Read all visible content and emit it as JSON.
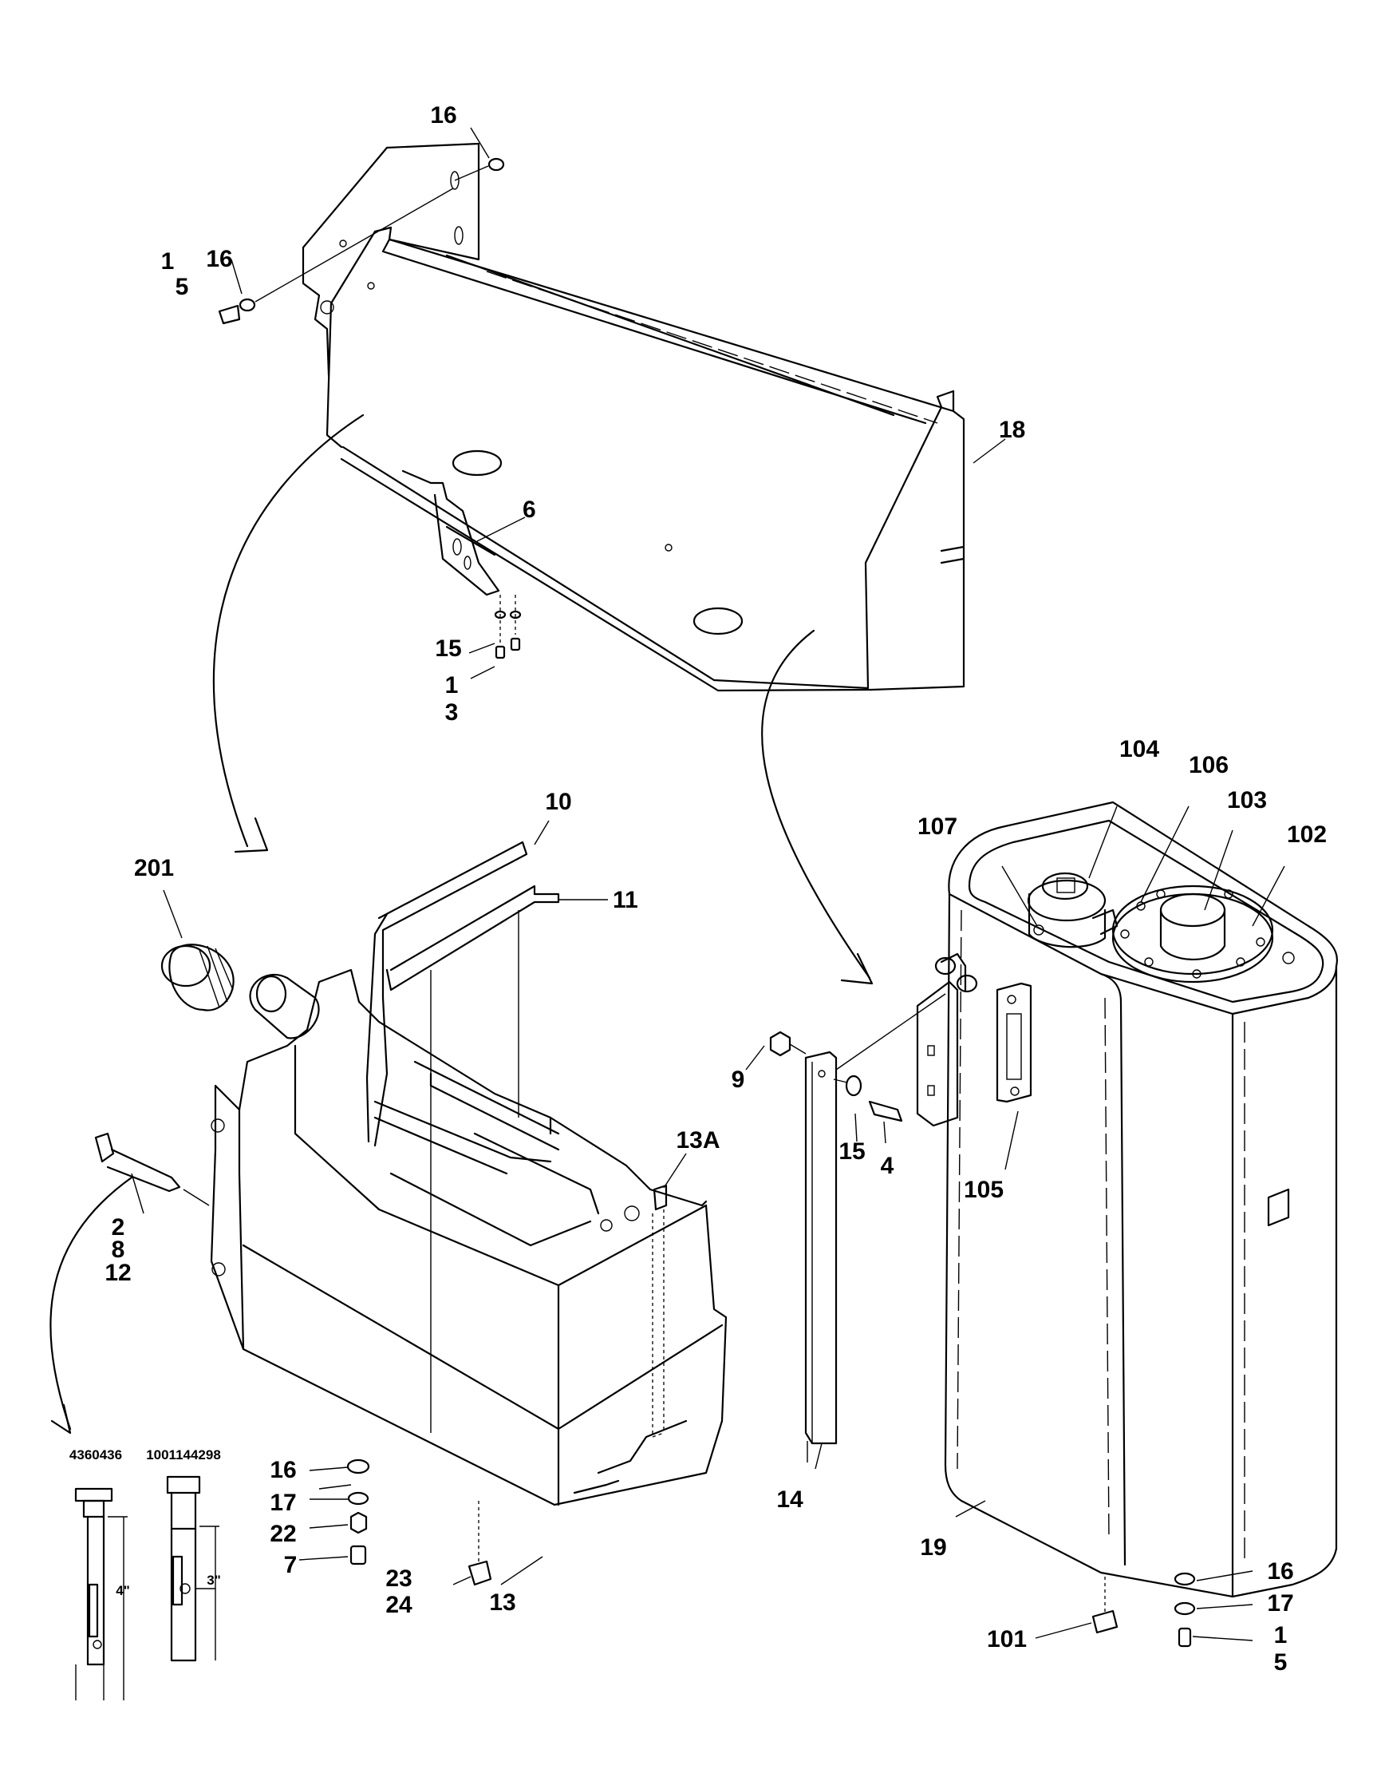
{
  "callouts": {
    "c16_top": "16",
    "c1_top": "1",
    "c5_top": "5",
    "c16_left": "16",
    "c18": "18",
    "c6": "6",
    "c15_mount": "15",
    "c1_mount": "1",
    "c3_mount": "3",
    "c104": "104",
    "c106": "106",
    "c103": "103",
    "c102": "102",
    "c107": "107",
    "c10": "10",
    "c11": "11",
    "c201": "201",
    "c13a": "13A",
    "c9": "9",
    "c15_bar": "15",
    "c4": "4",
    "c105": "105",
    "c2": "2",
    "c8": "8",
    "c12": "12",
    "c16_bottom": "16",
    "c17_bottom": "17",
    "c22": "22",
    "c7": "7",
    "c23": "23",
    "c24": "24",
    "c13": "13",
    "c14": "14",
    "c19": "19",
    "c101": "101",
    "c16_right": "16",
    "c17_right": "17",
    "c1_right": "1",
    "c5_right": "5"
  },
  "detail": {
    "part_a": "4360436",
    "part_b": "1001144298",
    "dim_a": "4\"",
    "dim_b": "3\""
  }
}
